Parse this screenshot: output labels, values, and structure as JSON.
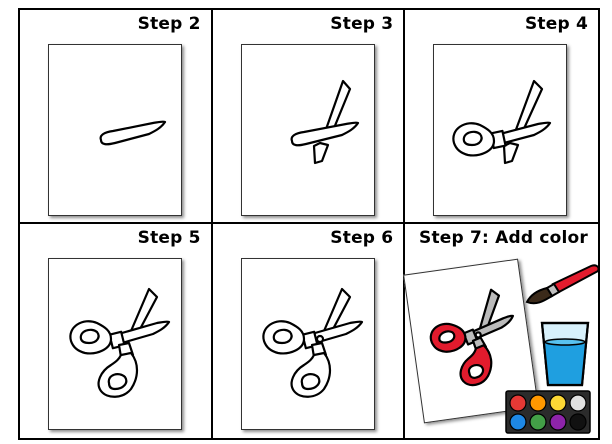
{
  "steps": [
    {
      "label": "Step 2"
    },
    {
      "label": "Step 3"
    },
    {
      "label": "Step 4"
    },
    {
      "label": "Step 5"
    },
    {
      "label": "Step 6"
    },
    {
      "label": "Step 7: Add color"
    }
  ],
  "icons": {
    "scissors": "scissors-drawing-icon",
    "brush": "paintbrush-icon",
    "glass": "water-glass-icon",
    "palette": "paint-palette-icon"
  },
  "colors": {
    "handle_fill": "#e21b2d",
    "blade_fill": "#bbbbbb",
    "brush_handle": "#e21b2d",
    "water": "#1f9fe0",
    "palette_tray": "#2b2b2b",
    "paints": [
      "#e53935",
      "#ff9800",
      "#fdd835",
      "#bdbdbd",
      "#1e88e5",
      "#43a047",
      "#8e24aa",
      "#111111"
    ]
  }
}
